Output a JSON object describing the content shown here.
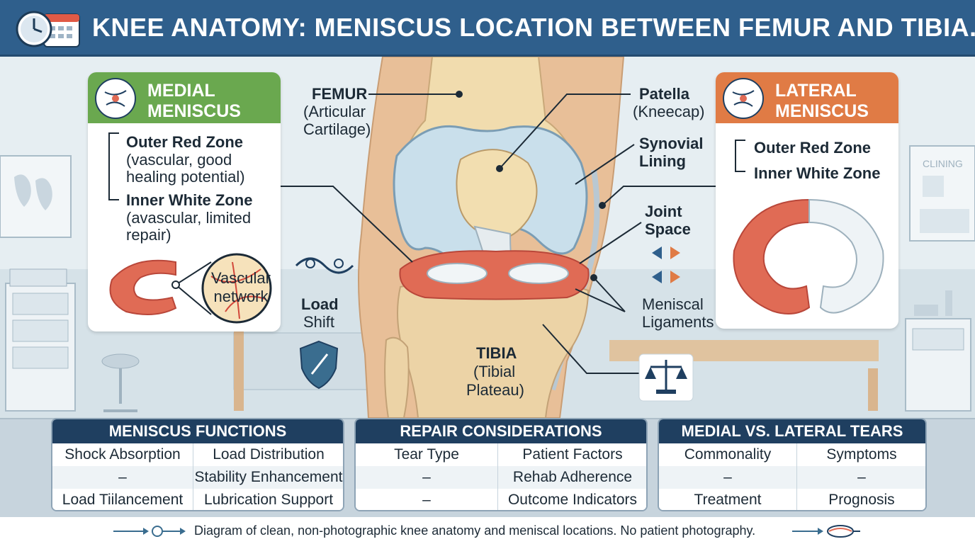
{
  "header": {
    "title": "KNEE ANATOMY: MENISCUS LOCATION BETWEEN FEMUR AND TIBIA."
  },
  "medial": {
    "title_line1": "MEDIAL",
    "title_line2": "MENISCUS",
    "outer_zone": "Outer Red Zone",
    "outer_desc_1": "(vascular, good",
    "outer_desc_2": "healing potential)",
    "inner_zone": "Inner White Zone",
    "inner_desc_1": "(avascular, limited",
    "inner_desc_2": "repair)",
    "vascular_1": "Vascular",
    "vascular_2": "network"
  },
  "lateral": {
    "title_line1": "LATERAL",
    "title_line2": "MENISCUS",
    "outer_zone": "Outer Red Zone",
    "inner_zone": "Inner White Zone"
  },
  "labels": {
    "femur": "FEMUR",
    "femur_sub_1": "(Articular",
    "femur_sub_2": "Cartilage)",
    "patella": "Patella",
    "patella_sub": "(Kneecap)",
    "synovial_1": "Synovial",
    "synovial_2": "Lining",
    "joint_1": "Joint",
    "joint_2": "Space",
    "meniscal_1": "Meniscal",
    "meniscal_2": "Ligaments",
    "load_1": "Load",
    "load_2": "Shift",
    "tibia": "TIBIA",
    "tibia_sub_1": "(Tibial",
    "tibia_sub_2": "Plateau)",
    "clinic_sign": "CLINING"
  },
  "panels": [
    {
      "title": "MENISCUS FUNCTIONS",
      "rows": [
        [
          "Shock Absorption",
          "Load Distribution"
        ],
        [
          "–",
          "Stability Enhancement"
        ],
        [
          "Load Tiilancement",
          "Lubrication Support"
        ]
      ]
    },
    {
      "title": "REPAIR CONSIDERATIONS",
      "rows": [
        [
          "Tear Type",
          "Patient Factors"
        ],
        [
          "–",
          "Rehab Adherence"
        ],
        [
          "–",
          "Outcome Indicators"
        ]
      ]
    },
    {
      "title": "MEDIAL VS. LATERAL TEARS",
      "rows": [
        [
          "Commonality",
          "Symptoms"
        ],
        [
          "–",
          "–"
        ],
        [
          "Treatment",
          "Prognosis"
        ]
      ]
    }
  ],
  "footer": {
    "text": "Diagram of clean, non-photographic knee anatomy and meniscal locations. No patient photography."
  },
  "colors": {
    "header": "#2f5f8c",
    "medial": "#6aa84f",
    "lateral": "#e07b45",
    "panel_head": "#1f3f60",
    "meniscus_red": "#e06b55"
  }
}
